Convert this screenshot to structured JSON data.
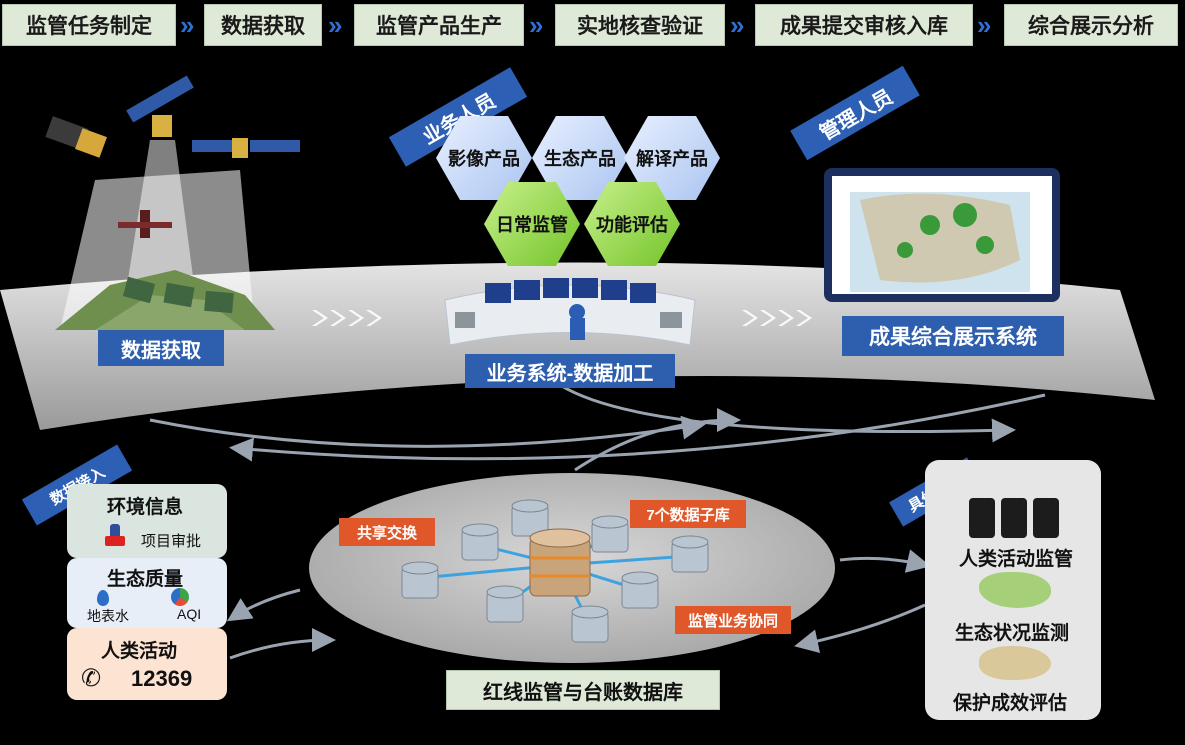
{
  "process_steps": [
    "监管任务制定",
    "数据获取",
    "监管产品生产",
    "实地核查验证",
    "成果提交审核入库",
    "综合展示分析"
  ],
  "road_labels": {
    "data_acquisition": "数据获取",
    "business_system": "业务系统-数据加工",
    "result_system": "成果综合展示系统"
  },
  "roles": {
    "business_staff": "业务人员",
    "management_staff": "管理人员"
  },
  "products_top": [
    "影像产品",
    "生态产品",
    "解译产品"
  ],
  "products_bottom": [
    "日常监管",
    "功能评估"
  ],
  "data_access": {
    "tag": "数据接入",
    "env_info": {
      "title": "环境信息",
      "item": "项目审批"
    },
    "eco_quality": {
      "title": "生态质量",
      "items": [
        "地表水",
        "AQI"
      ]
    },
    "human_activity": {
      "title": "人类活动",
      "hotline": "12369"
    }
  },
  "database": {
    "name": "红线监管与台账数据库",
    "tags": [
      "共享交换",
      "7个数据子库",
      "监管业务协同"
    ]
  },
  "business": {
    "tag": "具体业务",
    "items": [
      "人类活动监管",
      "生态状况监测",
      "保护成效评估"
    ]
  },
  "colors": {
    "label_blue": "#2e5fae",
    "step_bg": "#dfe9d8",
    "tag_orange": "#e0582a",
    "chevron": "#2f6fd0"
  }
}
